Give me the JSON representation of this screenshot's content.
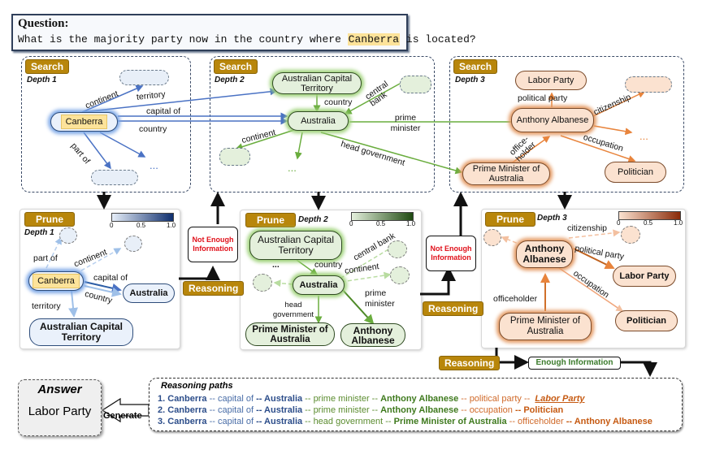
{
  "question": {
    "title": "Question:",
    "prefix": "What is the majority party now in the country where ",
    "entity": "Canberra",
    "suffix": " is located?"
  },
  "tags": {
    "search": "Search",
    "prune": "Prune",
    "reasoning": "Reasoning"
  },
  "depths": {
    "d1": "Depth 1",
    "d2": "Depth 2",
    "d3": "Depth 3"
  },
  "search1": {
    "node": "Canberra",
    "relations": [
      "continent",
      "territory",
      "capital of",
      "country",
      "part of"
    ],
    "ellipsis": "..."
  },
  "search2": {
    "nodes": [
      "Australian Capital Territory",
      "Australia"
    ],
    "relations": [
      "country",
      "central bank",
      "prime minister",
      "continent",
      "head government"
    ],
    "ellipsis": "..."
  },
  "search3": {
    "nodes": [
      "Labor Party",
      "Anthony Albanese",
      "Prime Minister of Australia",
      "Politician"
    ],
    "relations": [
      "political party",
      "citizenship",
      "office-holder",
      "occupation"
    ],
    "ellipsis": "..."
  },
  "prune1": {
    "nodes": [
      "Canberra",
      "Australia",
      "Australian Capital Territory"
    ],
    "relations": [
      "part of",
      "continent",
      "capital of",
      "country",
      "territory"
    ],
    "scale": {
      "min": "0",
      "mid": "0.5",
      "max": "1.0"
    }
  },
  "prune2": {
    "nodes": [
      "Australian Capital Territory",
      "Australia",
      "Prime Minister of Australia",
      "Anthony Albanese"
    ],
    "relations": [
      "country",
      "central bank",
      "continent",
      "prime minister",
      "head government"
    ],
    "ellipsis": "...",
    "scale": {
      "min": "0",
      "mid": "0.5",
      "max": "1.0"
    }
  },
  "prune3": {
    "nodes": [
      "Anthony Albanese",
      "Labor Party",
      "Politician",
      "Prime Minister of Australia"
    ],
    "relations": [
      "citizenship",
      "political party",
      "occupation",
      "officeholder"
    ],
    "scale": {
      "min": "0",
      "mid": "0.5",
      "max": "1.0"
    }
  },
  "status": {
    "not_enough": "Not Enough Information",
    "enough": "Enough Information"
  },
  "answer": {
    "title": "Answer",
    "value": "Labor Party",
    "generate": "Generate"
  },
  "reasoning_paths": {
    "title": "Reasoning paths",
    "paths": [
      {
        "num": "1.",
        "parts": [
          "Canberra",
          " -- capital of ",
          "-- Australia",
          " -- prime minister -- ",
          "Anthony Albanese",
          " -- political party --  ",
          "Labor Party"
        ]
      },
      {
        "num": "2.",
        "parts": [
          "Canberra",
          " -- capital of ",
          "-- Australia",
          " -- prime minister -- ",
          "Anthony Albanese",
          " -- occupation ",
          "-- Politician"
        ]
      },
      {
        "num": "3.",
        "parts": [
          "Canberra",
          " -- capital of ",
          "-- Australia",
          " -- head government -- ",
          "Prime Minister of Australia",
          " -- officeholder ",
          "-- Anthony Albanese"
        ]
      }
    ]
  },
  "colors": {
    "blue": "#4a72c4",
    "green": "#6aad3e",
    "orange": "#e8843c",
    "tag": "#b8860b",
    "alert": "#e0101a"
  }
}
